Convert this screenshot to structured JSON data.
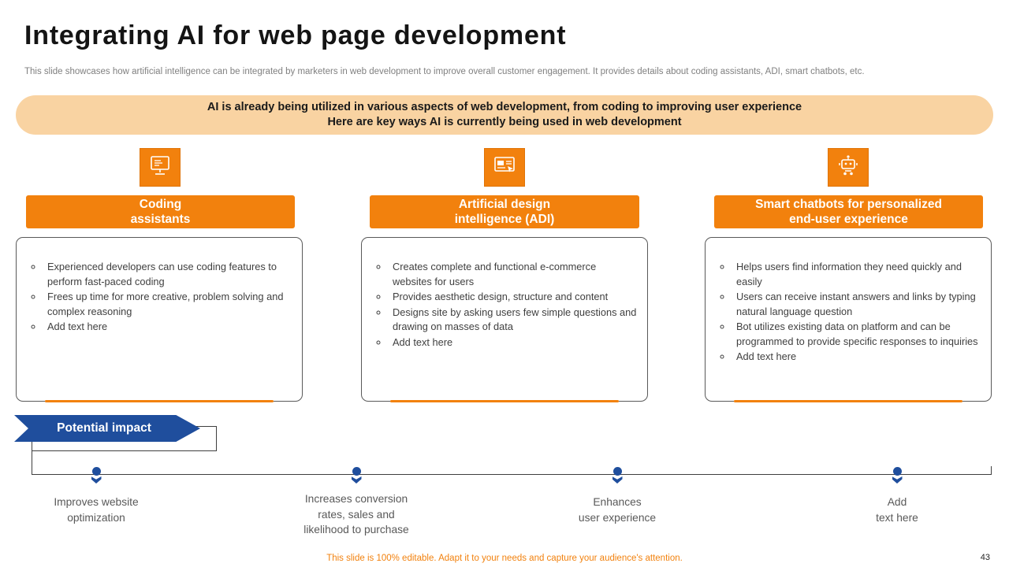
{
  "slide": {
    "title": "Integrating AI for web page development",
    "subtitle": "This slide showcases how artificial intelligence can be integrated by marketers in web development to improve overall customer engagement. It provides details about coding assistants, ADI, smart chatbots, etc.",
    "footer_note": "This slide is 100% editable. Adapt it to your needs and capture your audience's attention.",
    "page_number": "43"
  },
  "banner": {
    "text": "AI is already being utilized in various aspects of web development, from coding to improving user experience\nHere are key ways AI is currently being used in web development"
  },
  "columns": [
    {
      "icon": "code-document-monitor-icon",
      "title": "Coding\nassistants",
      "bullets": [
        "Experienced developers can use coding features to perform fast-paced coding",
        "Frees up time for more creative, problem solving and complex reasoning",
        "Add text here"
      ]
    },
    {
      "icon": "design-monitor-cursor-icon",
      "title": "Artificial design\nintelligence (ADI)",
      "bullets": [
        "Creates complete and functional e-commerce websites for users",
        "Provides aesthetic design, structure and content",
        "Designs site by asking users few simple questions and drawing on masses of data",
        "Add text here"
      ]
    },
    {
      "icon": "chatbot-robot-icon",
      "title": "Smart chatbots for personalized\nend-user experience",
      "bullets": [
        "Helps users find information they need quickly and easily",
        "Users can receive instant answers and links by typing natural language question",
        "Bot utilizes existing data on platform and can be programmed to provide specific responses to inquiries",
        "Add text here"
      ]
    }
  ],
  "impact": {
    "label": "Potential impact",
    "items": [
      "Improves website\noptimization",
      "Increases conversion\nrates, sales and\nlikelihood to purchase",
      "Enhances\nuser experience",
      "Add\ntext here"
    ]
  },
  "colors": {
    "accent_orange": "#F2810D",
    "banner_peach": "#F9D3A2",
    "impact_blue": "#1F4E9D",
    "body_text": "#3F3F3F"
  }
}
